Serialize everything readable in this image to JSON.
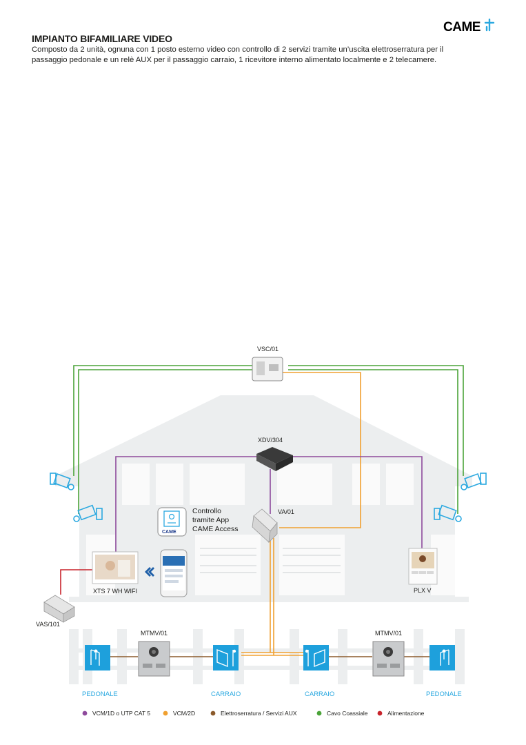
{
  "header": {
    "title": "IMPIANTO BIFAMILIARE VIDEO",
    "description": "Composto da 2 unità, ognuna con 1 posto esterno video con controllo di 2 servizi tramite un’uscita elettroserratura per il passaggio pedonale e un relè AUX per il passaggio carraio, 1 ricevitore interno alimentato localmente e 2 telecamere.",
    "logo_text": "CAME"
  },
  "colors": {
    "purple": "#8e4a9c",
    "orange": "#f0a030",
    "brown": "#8b5a2b",
    "green": "#4aa338",
    "red": "#c8232b",
    "blue": "#1ea0dc",
    "house": "#e9ebec"
  },
  "devices": {
    "vsc": "VSC/01",
    "xdv": "XDV/304",
    "va": "VA/01",
    "xts": "XTS 7 WH WIFI",
    "plx": "PLX V",
    "vas": "VAS/101",
    "mtmv_left": "MTMV/01",
    "mtmv_right": "MTMV/01"
  },
  "app": {
    "line1": "Controllo",
    "line2": "tramite App",
    "line3": "CAME Access",
    "icon_text": "CAME"
  },
  "gates": {
    "pedonale_left": "PEDONALE",
    "carraio_left": "CARRAIO",
    "carraio_right": "CARRAIO",
    "pedonale_right": "PEDONALE"
  },
  "legend": [
    {
      "label": "VCM/1D o UTP CAT 5",
      "color": "#8e4a9c"
    },
    {
      "label": "VCM/2D",
      "color": "#f0a030"
    },
    {
      "label": "Elettroserratura / Servizi AUX",
      "color": "#8b5a2b"
    },
    {
      "label": "Cavo Coassiale",
      "color": "#4aa338"
    },
    {
      "label": "Alimentazione",
      "color": "#c8232b"
    }
  ]
}
